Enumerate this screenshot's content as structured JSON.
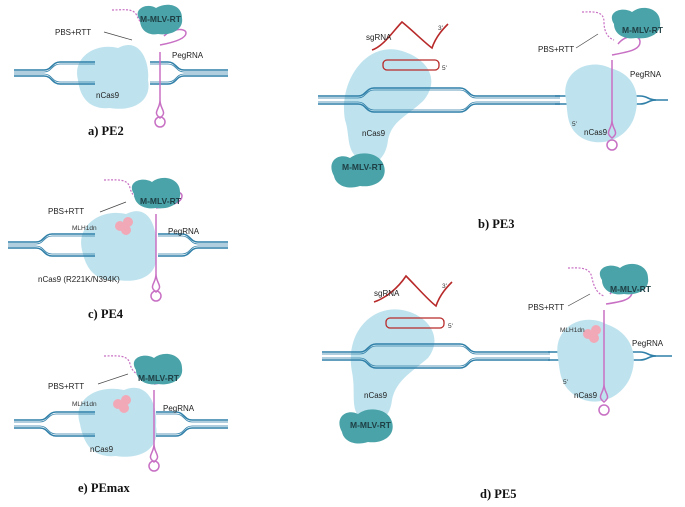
{
  "panels": [
    {
      "id": "pe2",
      "caption": "a) PE2",
      "labels": {
        "pbs": "PBS+RTT",
        "rt": "M-MLV-RT",
        "pegrna": "PegRNA",
        "cas": "nCas9"
      }
    },
    {
      "id": "pe3",
      "caption": "b) PE3",
      "labels": {
        "sgrna": "sgRNA",
        "pbs": "PBS+RTT",
        "rt": "M-MLV-RT",
        "rt2": "M-MLV-RT",
        "pegrna": "PegRNA",
        "cas": "nCas9",
        "cas2": "nCas9"
      }
    },
    {
      "id": "pe4",
      "caption": "c) PE4",
      "labels": {
        "pbs": "PBS+RTT",
        "rt": "M-MLV-RT",
        "mlh": "MLH1dn",
        "pegrna": "PegRNA",
        "cas": "nCas9 (R221K/N394K)"
      }
    },
    {
      "id": "pe5",
      "caption": "d) PE5",
      "labels": {
        "sgrna": "sgRNA",
        "pbs": "PBS+RTT",
        "rt": "M-MLV-RT",
        "rt2": "M-MLV-RT",
        "mlh": "MLH1dn",
        "pegrna": "PegRNA",
        "cas": "nCas9",
        "cas2": "nCas9"
      }
    },
    {
      "id": "pemax",
      "caption": "e) PEmax",
      "labels": {
        "pbs": "PBS+RTT",
        "rt": "M-MLV-RT",
        "mlh": "MLH1dn",
        "pegrna": "PegRNA",
        "cas": "nCas9"
      }
    }
  ],
  "colors": {
    "dna": "#2f7fa8",
    "blob": "#bfe3ee",
    "rt": "#4aa3a8",
    "rna": "#c870c4",
    "sgrna": "#b82a2a",
    "mlh": "#f1a9b8"
  }
}
